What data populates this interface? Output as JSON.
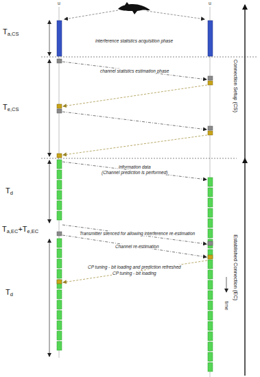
{
  "diagram": {
    "labels": [
      "u",
      "u",
      "interference statistics acquisition phase",
      "T",
      "a,CS",
      "channel statistics estimation phase",
      "T",
      "e,CS",
      "Connection Setup (CS)",
      "information data",
      "(Channel prediction is performed)",
      "T",
      "d",
      "T",
      "a,EC",
      "+T",
      "e,EC",
      "Transmitter silenced for allowing interference re-estimation",
      "Channel re-estimation",
      "CP tuning - bit loading and prediction refreshed",
      "CP tuning - bit loading",
      "Established Connection (EC)",
      "T",
      "d",
      "time"
    ]
  }
}
